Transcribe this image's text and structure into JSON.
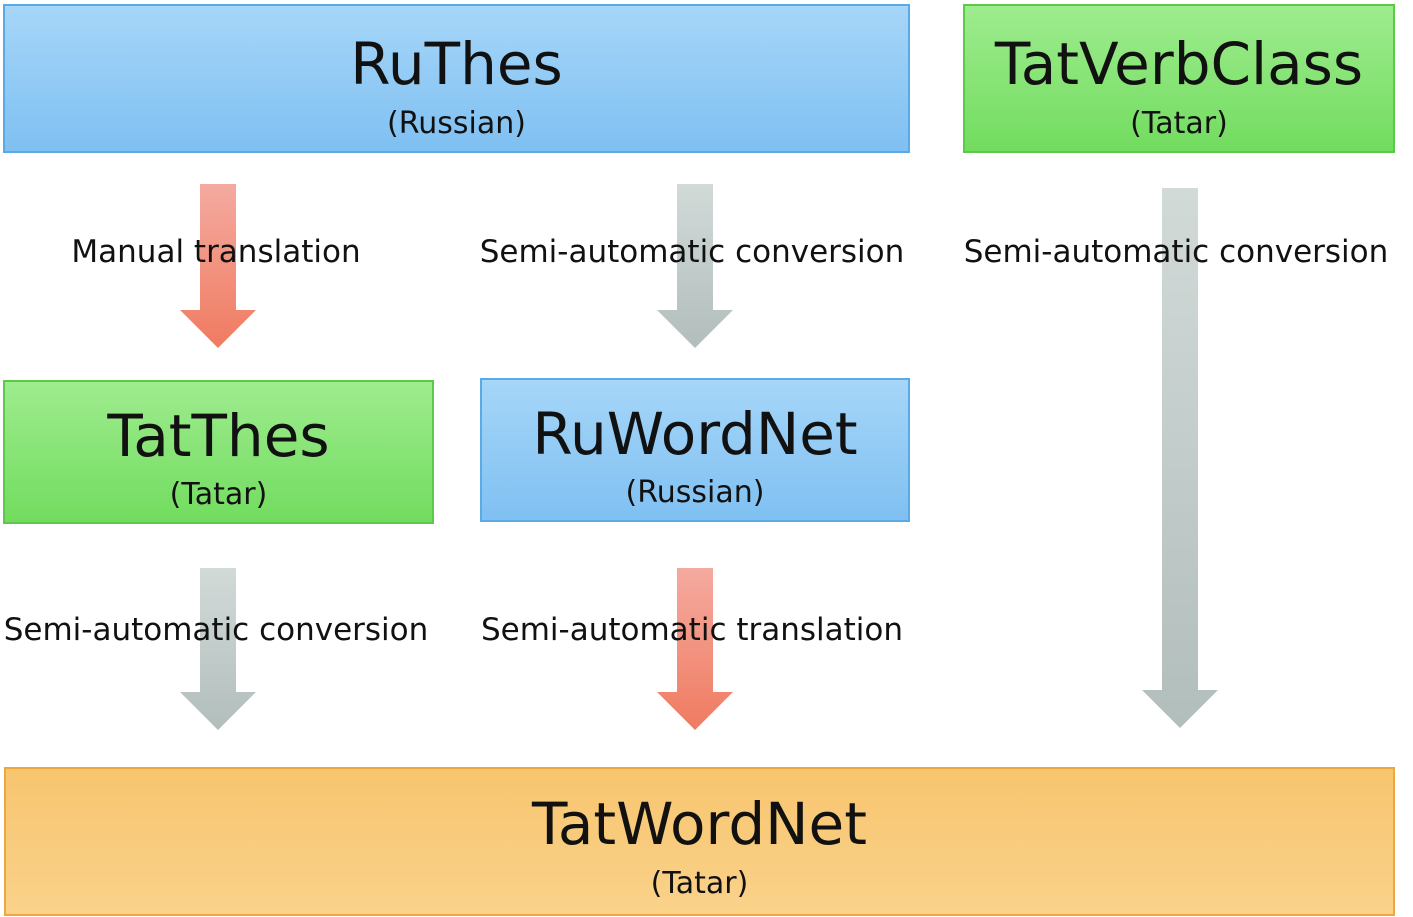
{
  "nodes": {
    "ruthes": {
      "name": "RuThes",
      "lang": "(Russian)"
    },
    "tatverbclass": {
      "name": "TatVerbClass",
      "lang": "(Tatar)"
    },
    "tatthes": {
      "name": "TatThes",
      "lang": "(Tatar)"
    },
    "ruwordnet": {
      "name": "RuWordNet",
      "lang": "(Russian)"
    },
    "tatwordnet": {
      "name": "TatWordNet",
      "lang": "(Tatar)"
    }
  },
  "edges": {
    "ruthes_to_tatthes": "Manual translation",
    "ruthes_to_ruwordnet": "Semi-automatic conversion",
    "tatverbclass_to_tatwordnet": "Semi-automatic conversion",
    "tatthes_to_tatwordnet": "Semi-automatic conversion",
    "ruwordnet_to_tatwordnet": "Semi-automatic translation"
  },
  "colors": {
    "russian_node": "#8cc9f4",
    "tatar_node": "#86e474",
    "result_node": "#f8cb7c",
    "manual_or_translation_arrow": "#f28a72",
    "conversion_arrow": "#b8c4c2"
  }
}
